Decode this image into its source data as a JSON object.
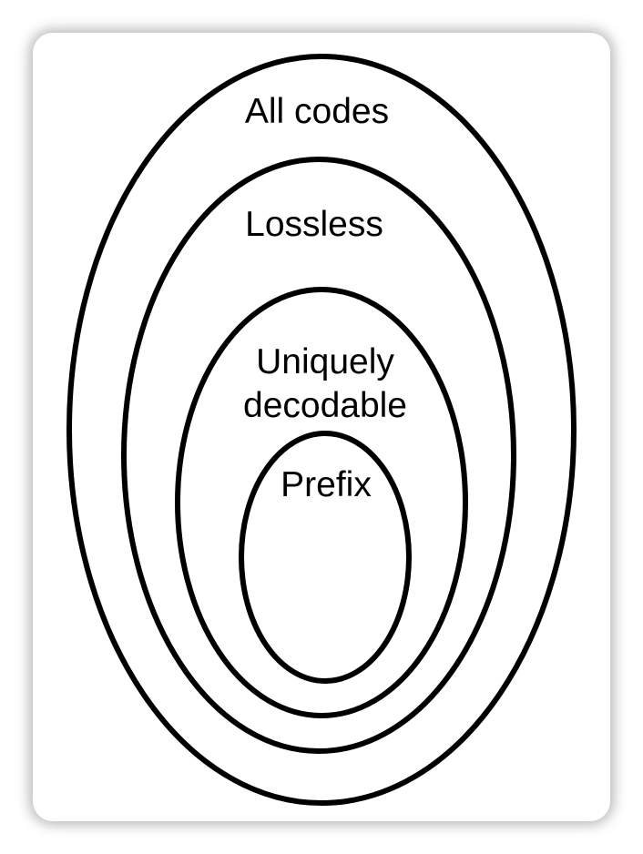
{
  "diagram": {
    "sets": [
      {
        "id": "all-codes",
        "label": "All codes"
      },
      {
        "id": "lossless",
        "label": "Lossless"
      },
      {
        "id": "uniquely-decodable",
        "label_lines": [
          "Uniquely",
          "decodable"
        ]
      },
      {
        "id": "prefix",
        "label": "Prefix"
      }
    ],
    "stroke_color": "#000000",
    "background_color": "#ffffff"
  }
}
